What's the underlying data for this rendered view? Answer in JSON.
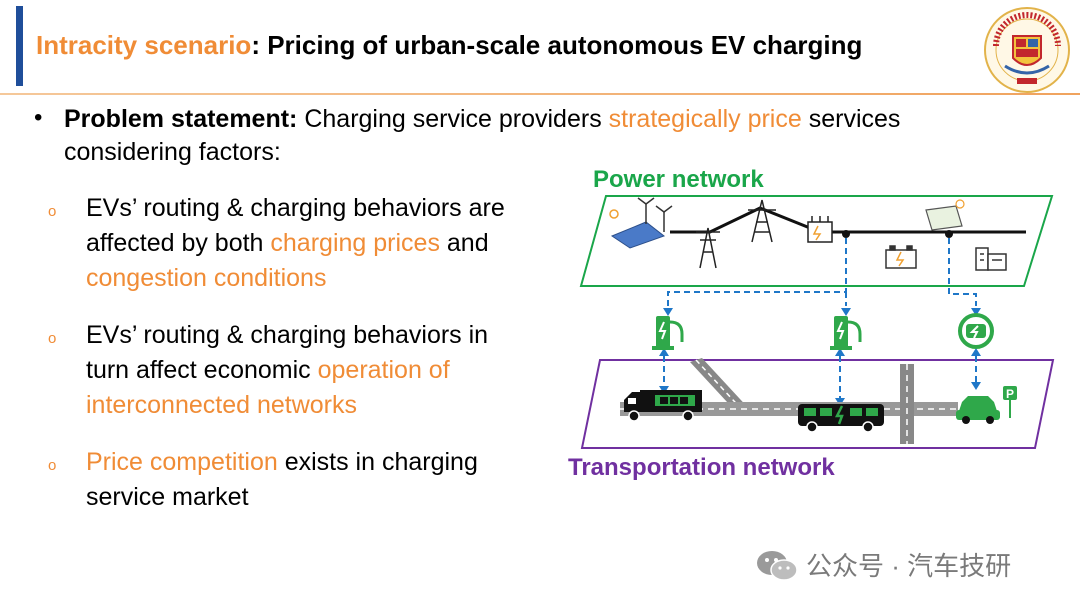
{
  "title": {
    "highlight": "Intracity scenario",
    "rest": ": Pricing of urban-scale autonomous EV charging"
  },
  "problem": {
    "label": "Problem statement:",
    "line1_a": " Charging service providers ",
    "line1_hl": "strategically price",
    "line1_b": " services",
    "line2": "considering factors:"
  },
  "points": [
    {
      "l1": "EVs’ routing & charging behaviors are",
      "l2_a": "affected by both ",
      "l2_hl": "charging prices",
      "l2_b": " and",
      "l3_hl": "congestion conditions"
    },
    {
      "l1": "EVs’ routing & charging behaviors in",
      "l2_a": "turn affect economic ",
      "l2_hl": "operation of",
      "l3_hl": "interconnected networks"
    },
    {
      "l1_hl": "Price competition",
      "l1_b": " exists in charging",
      "l2": "service market"
    }
  ],
  "sub_bullet_symbol": "o",
  "diagram": {
    "power_label": "Power network",
    "transport_label": "Transportation network",
    "colors": {
      "power": "#1aa64a",
      "transport": "#7030a0",
      "link": "#1f77c8",
      "icon_green": "#2fa84a"
    }
  },
  "watermark": "公众号 · 汽车技研",
  "logo": {
    "ring_text": "UNIVERSIDADE DE MACAU",
    "bottom_text": "澳門大學"
  }
}
